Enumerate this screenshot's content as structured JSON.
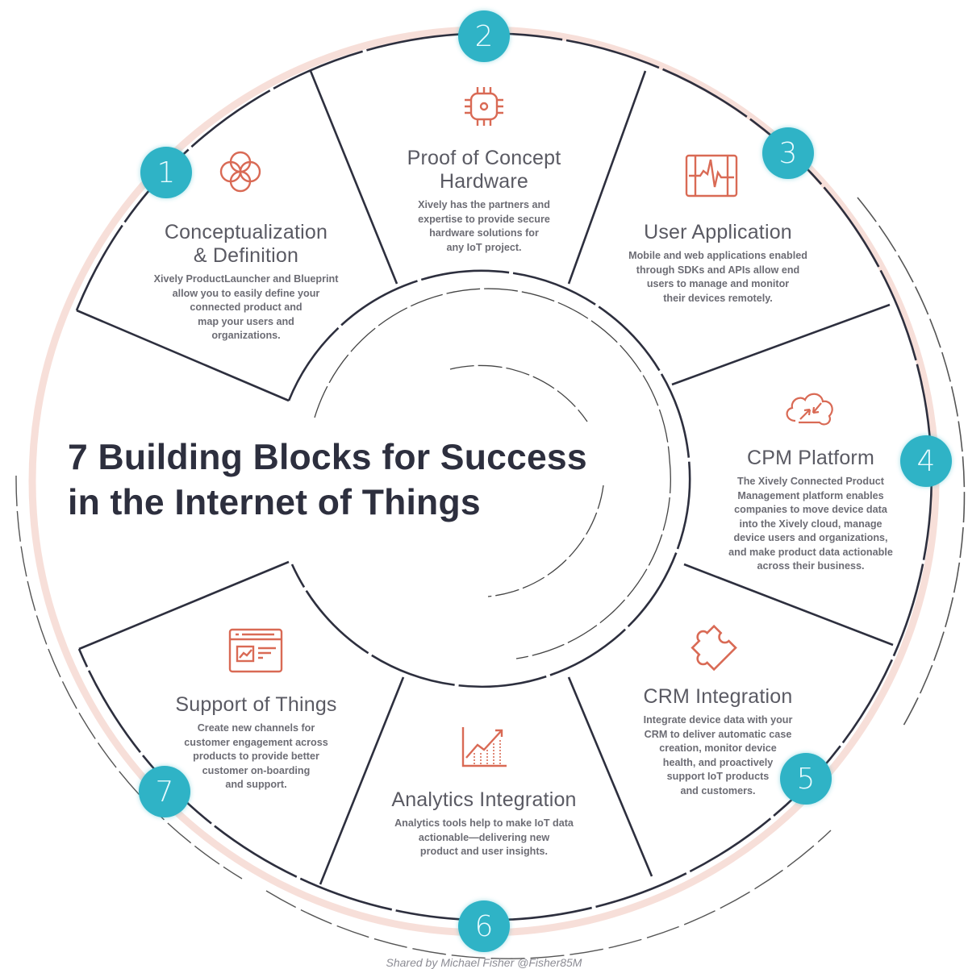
{
  "title": {
    "line1": "7 Building Blocks for Success",
    "line2": "in the Internet of Things"
  },
  "colors": {
    "badge": "#2fb3c6",
    "icon": "#d96a55",
    "outline": "#2d2f3e",
    "ring_glow": "#f6d9d2",
    "heading": "#5a5a63",
    "body": "#6c6c74"
  },
  "blocks": [
    {
      "number": "1",
      "icon": "interlocking-circles-icon",
      "heading_line1": "Conceptualization",
      "heading_line2": "& Definition",
      "desc": [
        "Xively ProductLauncher and Blueprint",
        "allow you to easily define your",
        "connected product and",
        "map your users and",
        "organizations."
      ]
    },
    {
      "number": "2",
      "icon": "microchip-icon",
      "heading_line1": "Proof of Concept",
      "heading_line2": "Hardware",
      "desc": [
        "Xively has the partners and",
        "expertise to provide secure",
        "hardware solutions for",
        "any IoT project."
      ]
    },
    {
      "number": "3",
      "icon": "heartbeat-tablet-icon",
      "heading_line1": "User Application",
      "heading_line2": "",
      "desc": [
        "Mobile and web applications enabled",
        "through SDKs and APIs allow end",
        "users to manage and monitor",
        "their devices remotely."
      ]
    },
    {
      "number": "4",
      "icon": "cloud-sync-icon",
      "heading_line1": "CPM Platform",
      "heading_line2": "",
      "desc": [
        "The Xively Connected Product",
        "Management platform enables",
        "companies to move device data",
        "into the Xively cloud, manage",
        "device users and organizations,",
        "and make product data actionable",
        "across their business."
      ]
    },
    {
      "number": "5",
      "icon": "puzzle-piece-icon",
      "heading_line1": "CRM Integration",
      "heading_line2": "",
      "desc": [
        "Integrate device data with your",
        "CRM to deliver automatic case",
        "creation, monitor device",
        "health, and proactively",
        "support IoT products",
        "and customers."
      ]
    },
    {
      "number": "6",
      "icon": "growth-chart-icon",
      "heading_line1": "Analytics Integration",
      "heading_line2": "",
      "desc": [
        "Analytics tools help to make IoT data",
        "actionable—delivering new",
        "product and user insights."
      ]
    },
    {
      "number": "7",
      "icon": "browser-dashboard-icon",
      "heading_line1": "Support of Things",
      "heading_line2": "",
      "desc": [
        "Create new channels for",
        "customer engagement across",
        "products to provide better",
        "customer on-boarding",
        "and support."
      ]
    }
  ],
  "credit": "Shared by Michael Fisher @Fisher85M"
}
